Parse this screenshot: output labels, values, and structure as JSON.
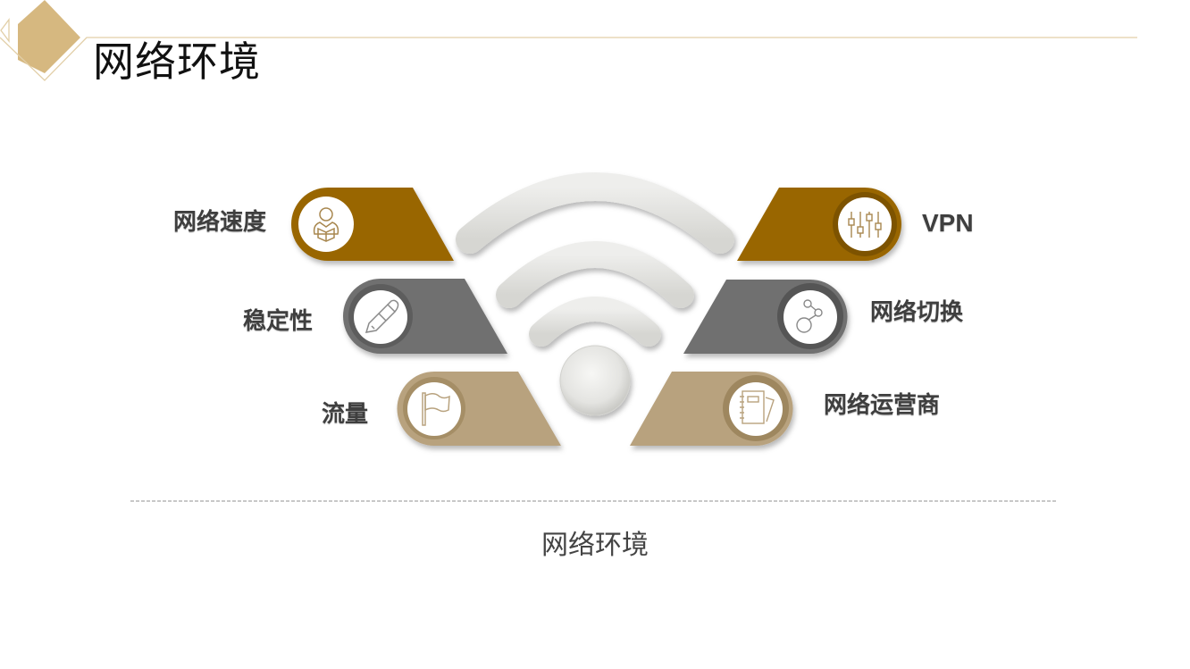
{
  "header": {
    "title": "网络环境",
    "accent_color": "#d6b880",
    "line_color": "#e6d2ac"
  },
  "diagram": {
    "center_icon": "wifi-icon",
    "left_items": [
      {
        "label": "网络速度",
        "icon": "reader-icon",
        "color": "#996600"
      },
      {
        "label": "稳定性",
        "icon": "pencil-icon",
        "color": "#6f6f6f"
      },
      {
        "label": "流量",
        "icon": "flag-icon",
        "color": "#b8a27e"
      }
    ],
    "right_items": [
      {
        "label": "VPN",
        "icon": "sliders-icon",
        "color": "#996600"
      },
      {
        "label": "网络切换",
        "icon": "network-nodes-icon",
        "color": "#6f6f6f"
      },
      {
        "label": "网络运营商",
        "icon": "notebook-icon",
        "color": "#b8a27e"
      }
    ]
  },
  "footer": {
    "caption": "网络环境"
  }
}
